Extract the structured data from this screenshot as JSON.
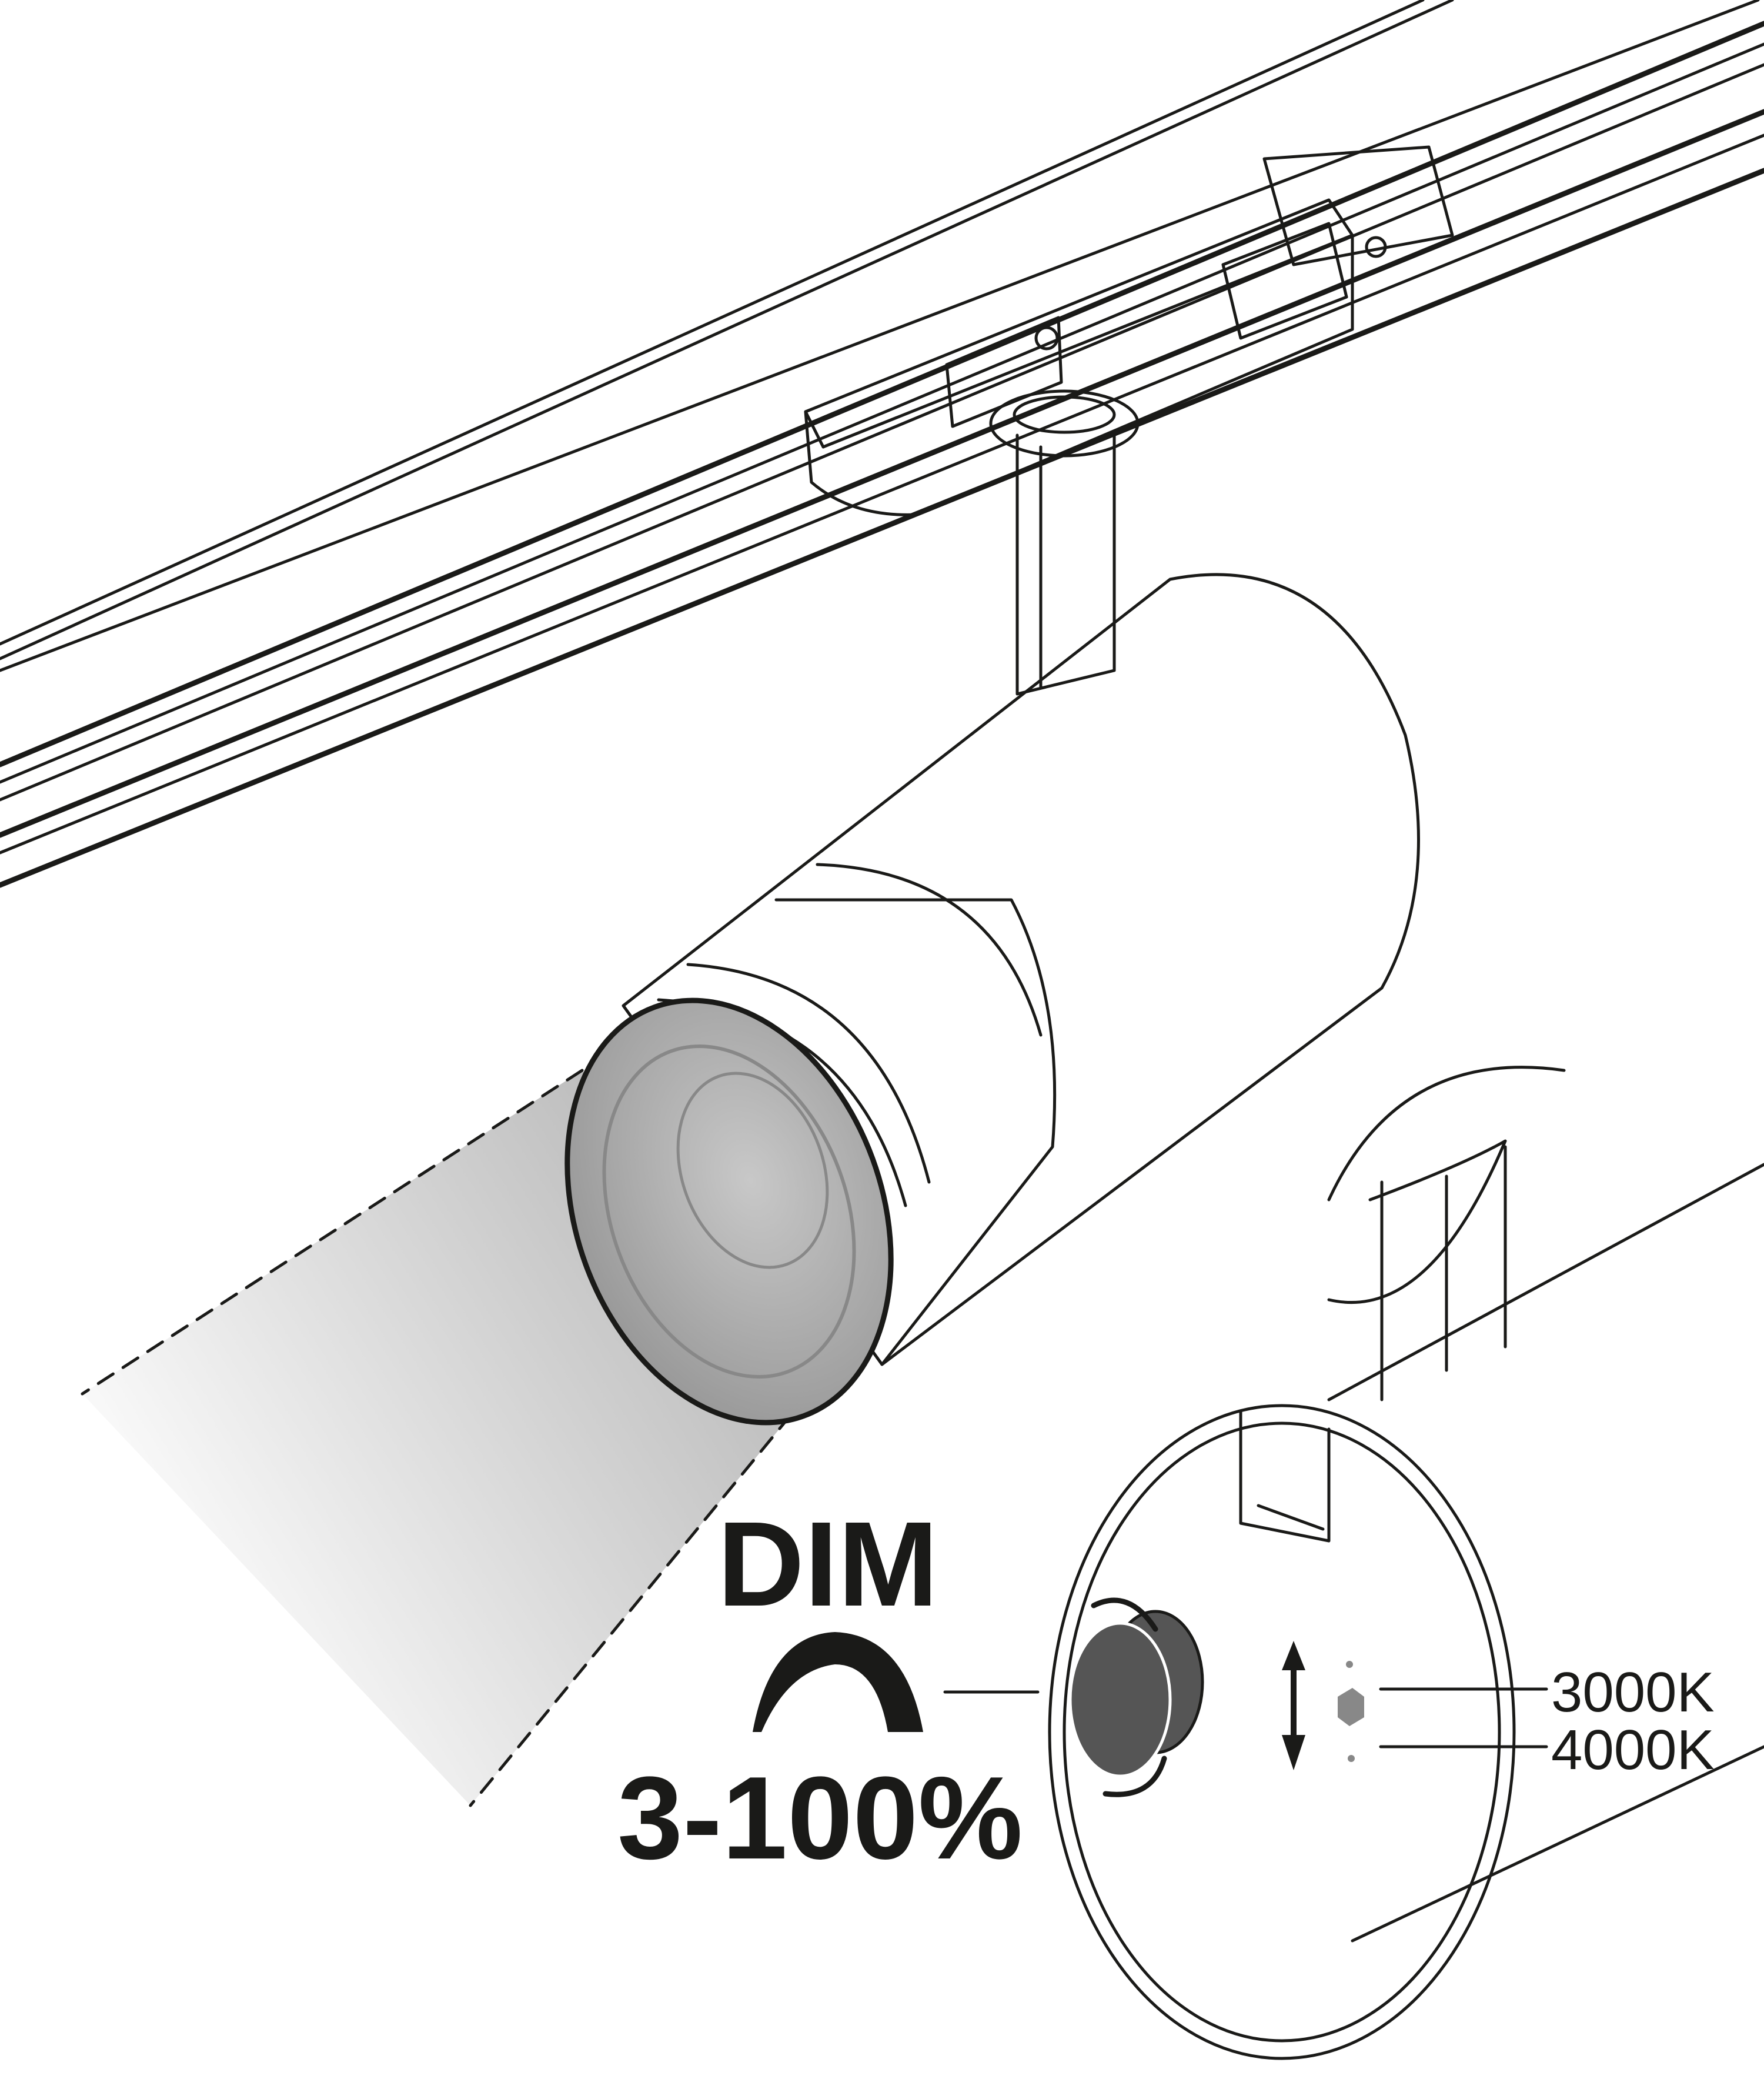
{
  "dimming": {
    "title": "DIM",
    "range": "3-100%"
  },
  "color_temperature": {
    "options": [
      "3000K",
      "4000K"
    ]
  },
  "colors": {
    "ink": "#1a1a18",
    "knob": "#555555",
    "beam_dark": "#a8a8a8",
    "beam_light": "#ffffff"
  }
}
